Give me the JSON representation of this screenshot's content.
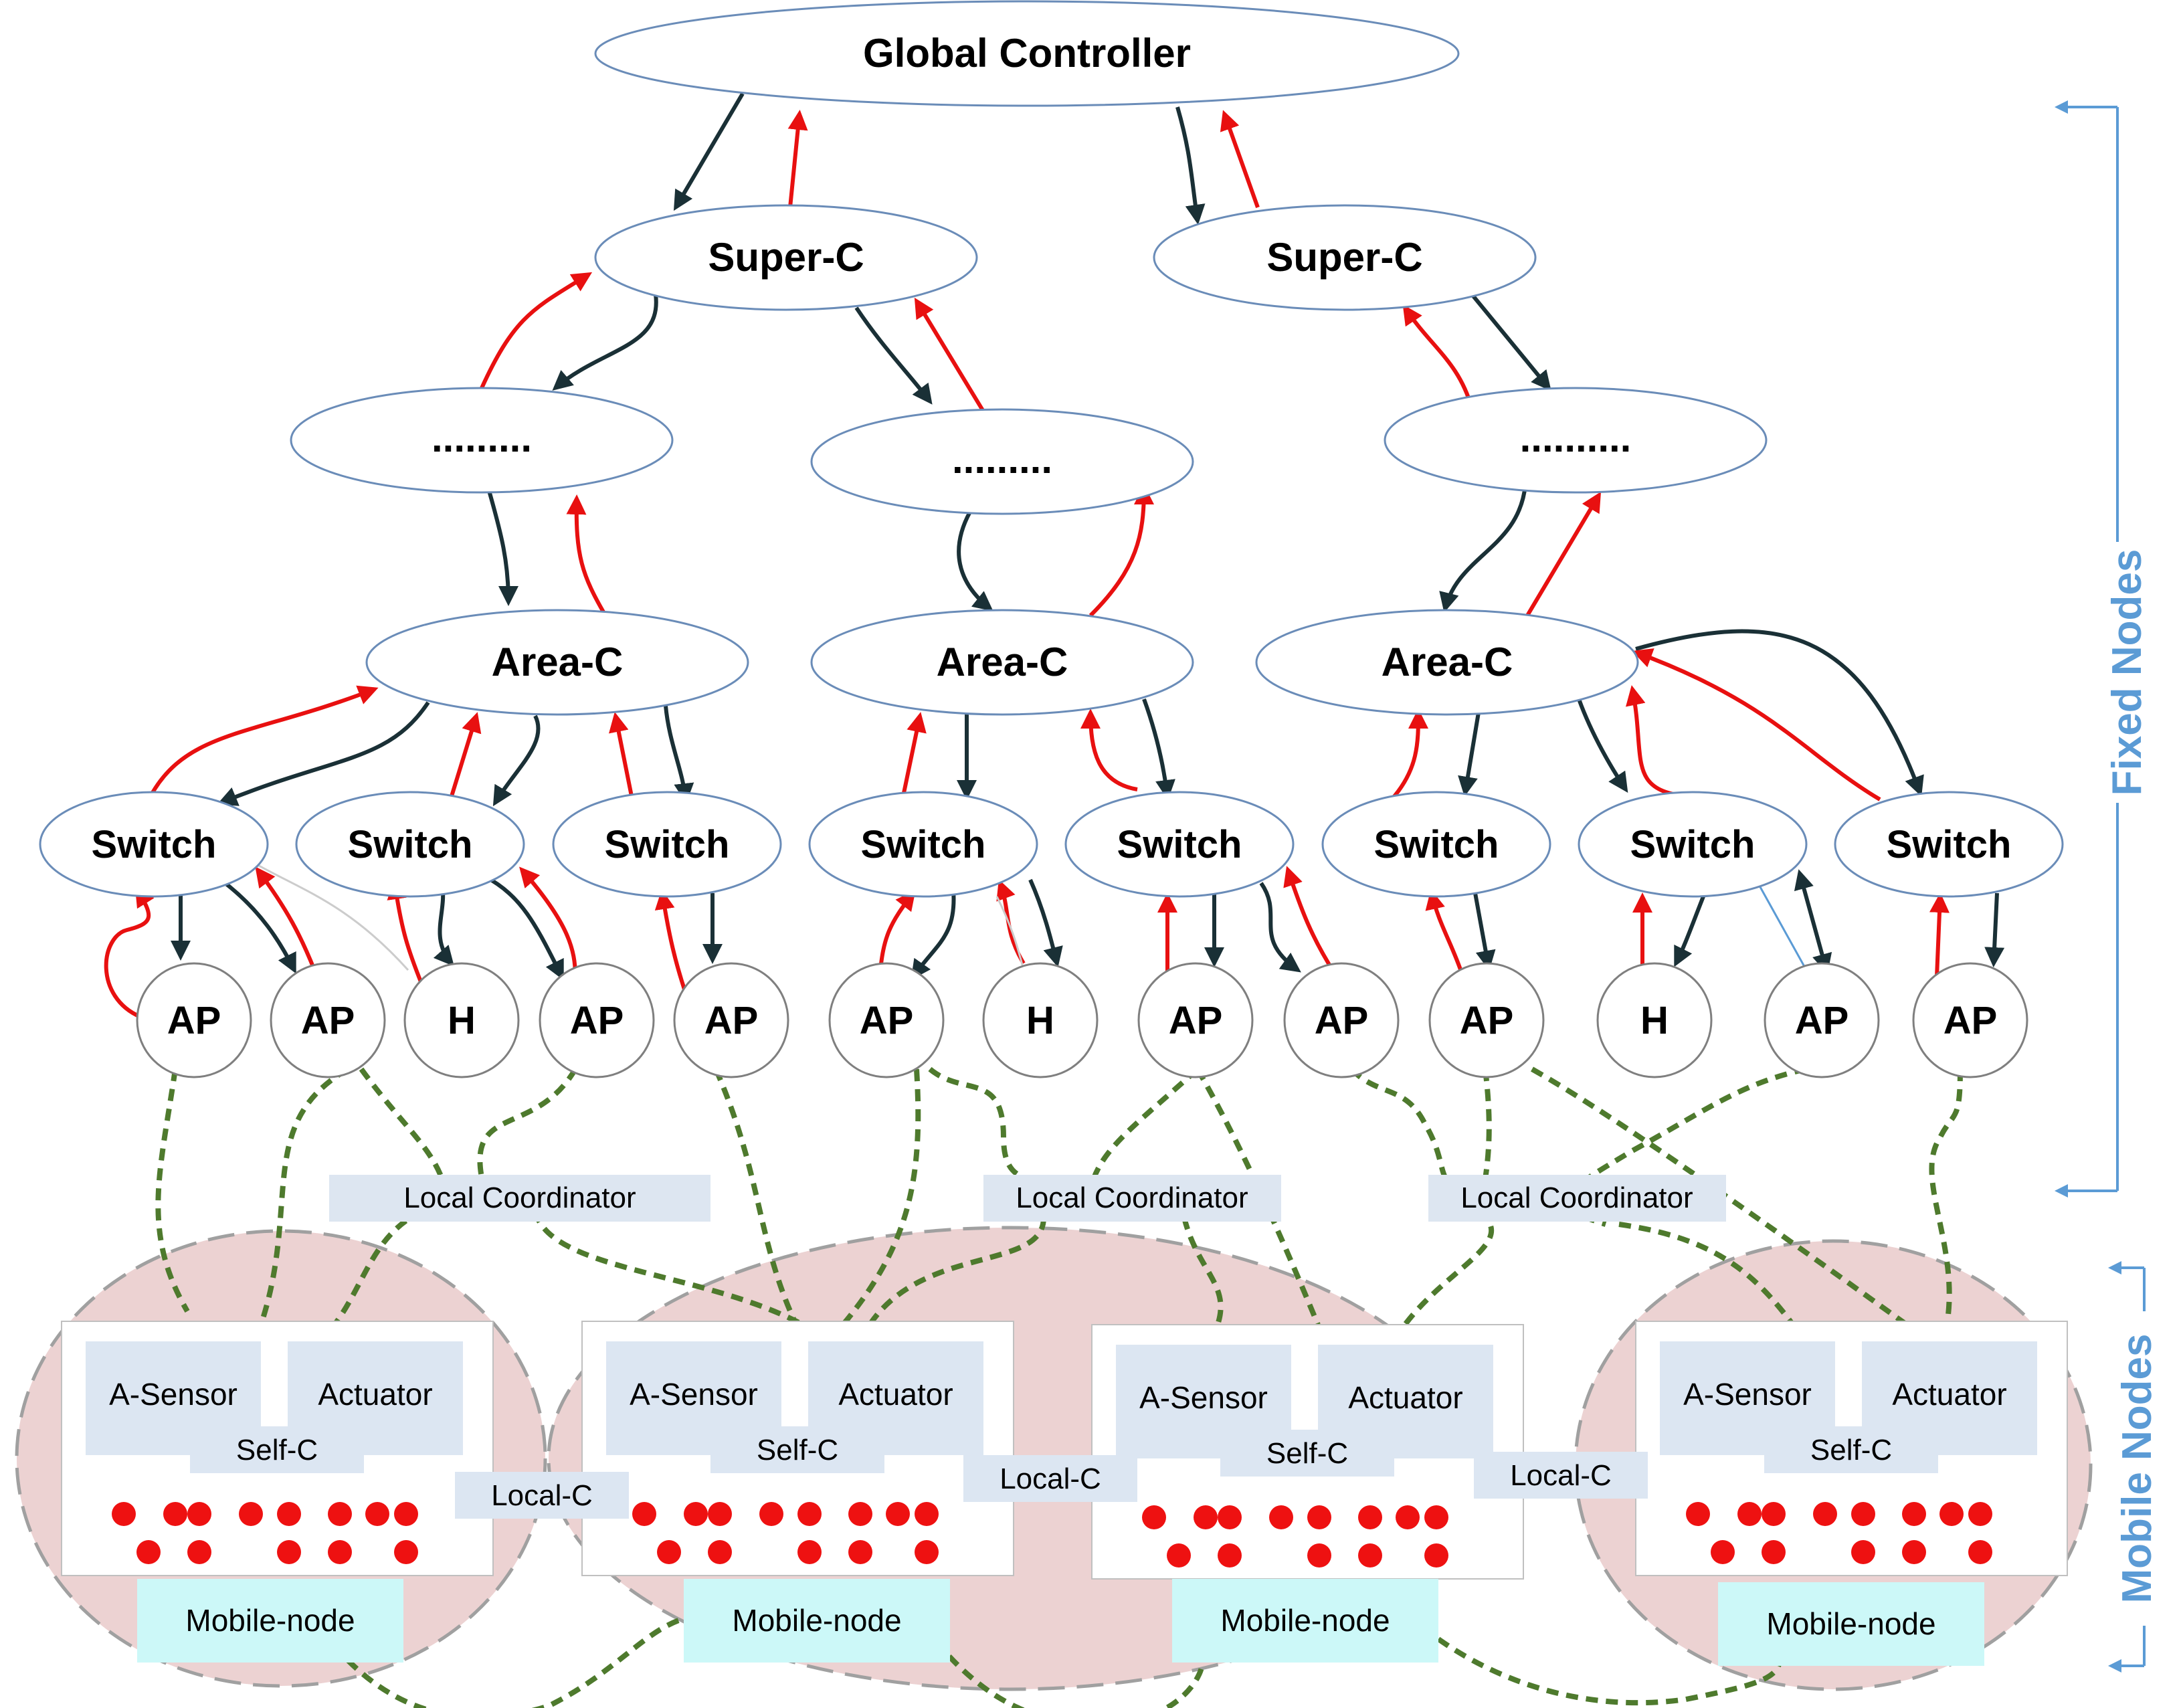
{
  "colors": {
    "down_arrow": "#1a3036",
    "up_arrow": "#e81010",
    "dashed_link": "#4e7a2d",
    "coordinator_fill": "#dde6f1",
    "sensor_fill": "#dce6f2",
    "mobile_label_fill": "#ccf8f8",
    "cluster_fill": "#ecd2d2",
    "bracket": "#5b9bd5",
    "dot": "#ee1111"
  },
  "nodes": {
    "global": "Global Controller",
    "super_left": "Super-C",
    "super_right": "Super-C",
    "mid_left": ".........",
    "mid_center": ".........",
    "mid_right": "..........",
    "area_left": "Area-C",
    "area_center": "Area-C",
    "area_right": "Area-C",
    "switches": [
      "Switch",
      "Switch",
      "Switch",
      "Switch",
      "Switch",
      "Switch",
      "Switch",
      "Switch"
    ],
    "access": [
      "AP",
      "AP",
      "H",
      "AP",
      "AP",
      "AP",
      "H",
      "AP",
      "AP",
      "AP",
      "H",
      "AP",
      "AP"
    ]
  },
  "coordinators": [
    "Local Coordinator",
    "Local Coordinator",
    "Local Coordinator"
  ],
  "mobile_nodes": [
    {
      "sensor": "A-Sensor",
      "actuator": "Actuator",
      "self": "Self-C",
      "label": "Mobile-node"
    },
    {
      "sensor": "A-Sensor",
      "actuator": "Actuator",
      "self": "Self-C",
      "label": "Mobile-node"
    },
    {
      "sensor": "A-Sensor",
      "actuator": "Actuator",
      "self": "Self-C",
      "label": "Mobile-node"
    },
    {
      "sensor": "A-Sensor",
      "actuator": "Actuator",
      "self": "Self-C",
      "label": "Mobile-node"
    }
  ],
  "local_c": [
    "Local-C",
    "Local-C",
    "Local-C"
  ],
  "side_labels": {
    "fixed": "Fixed Nodes",
    "mobile": "Mobile Nodes"
  }
}
